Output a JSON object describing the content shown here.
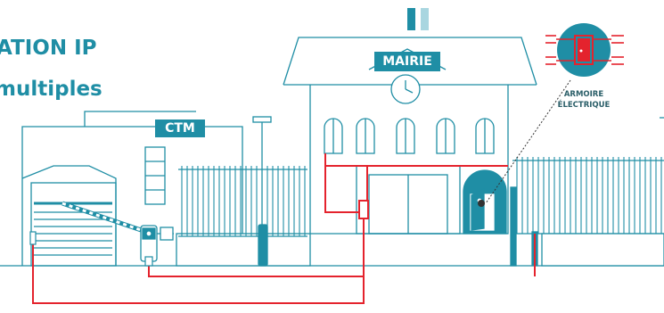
{
  "headline": {
    "line1": "ATION IP",
    "line2": "multiples"
  },
  "labels": {
    "mairie": "MAIRIE",
    "ctm": "CTM",
    "armoire_line1": "ARMOIRE",
    "armoire_line2": "ÉLECTRIQUE"
  },
  "colors": {
    "outline": "#1f8ea5",
    "cable": "#e4232d",
    "accent_light": "#a9d6e0"
  },
  "icons": [
    "flag-icon",
    "clock-icon",
    "electrical-cabinet-icon",
    "door-access-icon",
    "barrier-gate-icon",
    "street-lamp-icon",
    "bollard-icon"
  ]
}
